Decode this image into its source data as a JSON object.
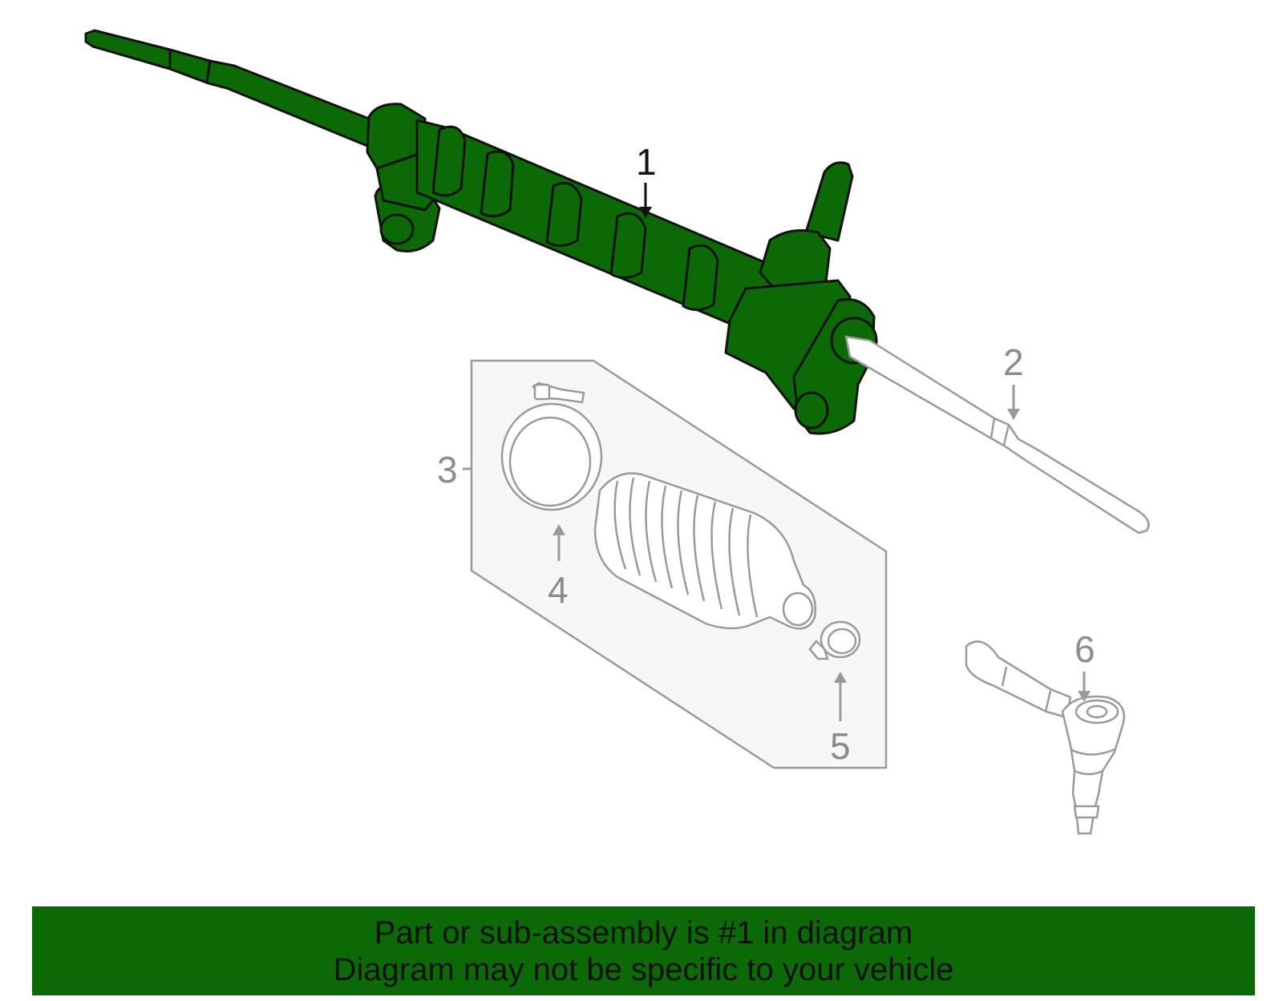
{
  "callouts": [
    {
      "id": "1",
      "text": "1",
      "highlighted": true
    },
    {
      "id": "2",
      "text": "2",
      "highlighted": false
    },
    {
      "id": "3",
      "text": "3",
      "highlighted": false
    },
    {
      "id": "4",
      "text": "4",
      "highlighted": false
    },
    {
      "id": "5",
      "text": "5",
      "highlighted": false
    },
    {
      "id": "6",
      "text": "6",
      "highlighted": false
    }
  ],
  "banner": {
    "line1": "Part or sub-assembly is #1 in diagram",
    "line2": "Diagram may not be specific to your vehicle"
  },
  "colors": {
    "highlight": "#0c6a06",
    "outline_dark": "#111111",
    "outline_muted": "#9a9a9a",
    "group_fill": "#f7f7f7"
  }
}
